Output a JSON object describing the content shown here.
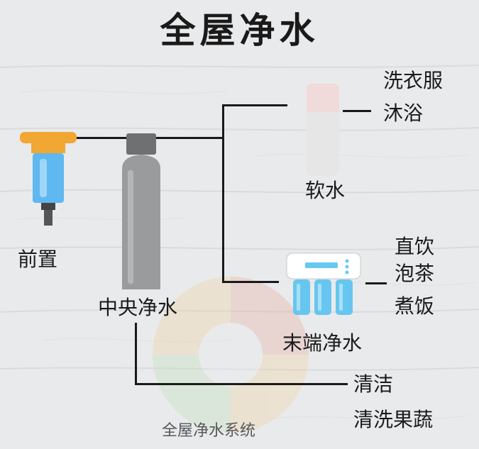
{
  "title": "全屋净水",
  "nodes": {
    "prefilter": "前置",
    "central": "中央净水",
    "softener": "软水",
    "point_of_use": "末端净水"
  },
  "uses": {
    "softener": [
      "洗衣服",
      "沐浴"
    ],
    "point_of_use": [
      "直饮",
      "泡茶",
      "煮饭"
    ],
    "central": [
      "清洁",
      "清洗果蔬"
    ]
  },
  "watermark": "全屋净水系统",
  "colors": {
    "line": "#1a1a1a",
    "prefilter_cap": "#f0a733",
    "prefilter_body": "#5fb8ef",
    "tank": "#9a9b9d",
    "tank_cap": "#6f7072",
    "softener": "#e6e6e6",
    "ro_head": "#ffffff",
    "ro_canister": "#67c6ef"
  }
}
